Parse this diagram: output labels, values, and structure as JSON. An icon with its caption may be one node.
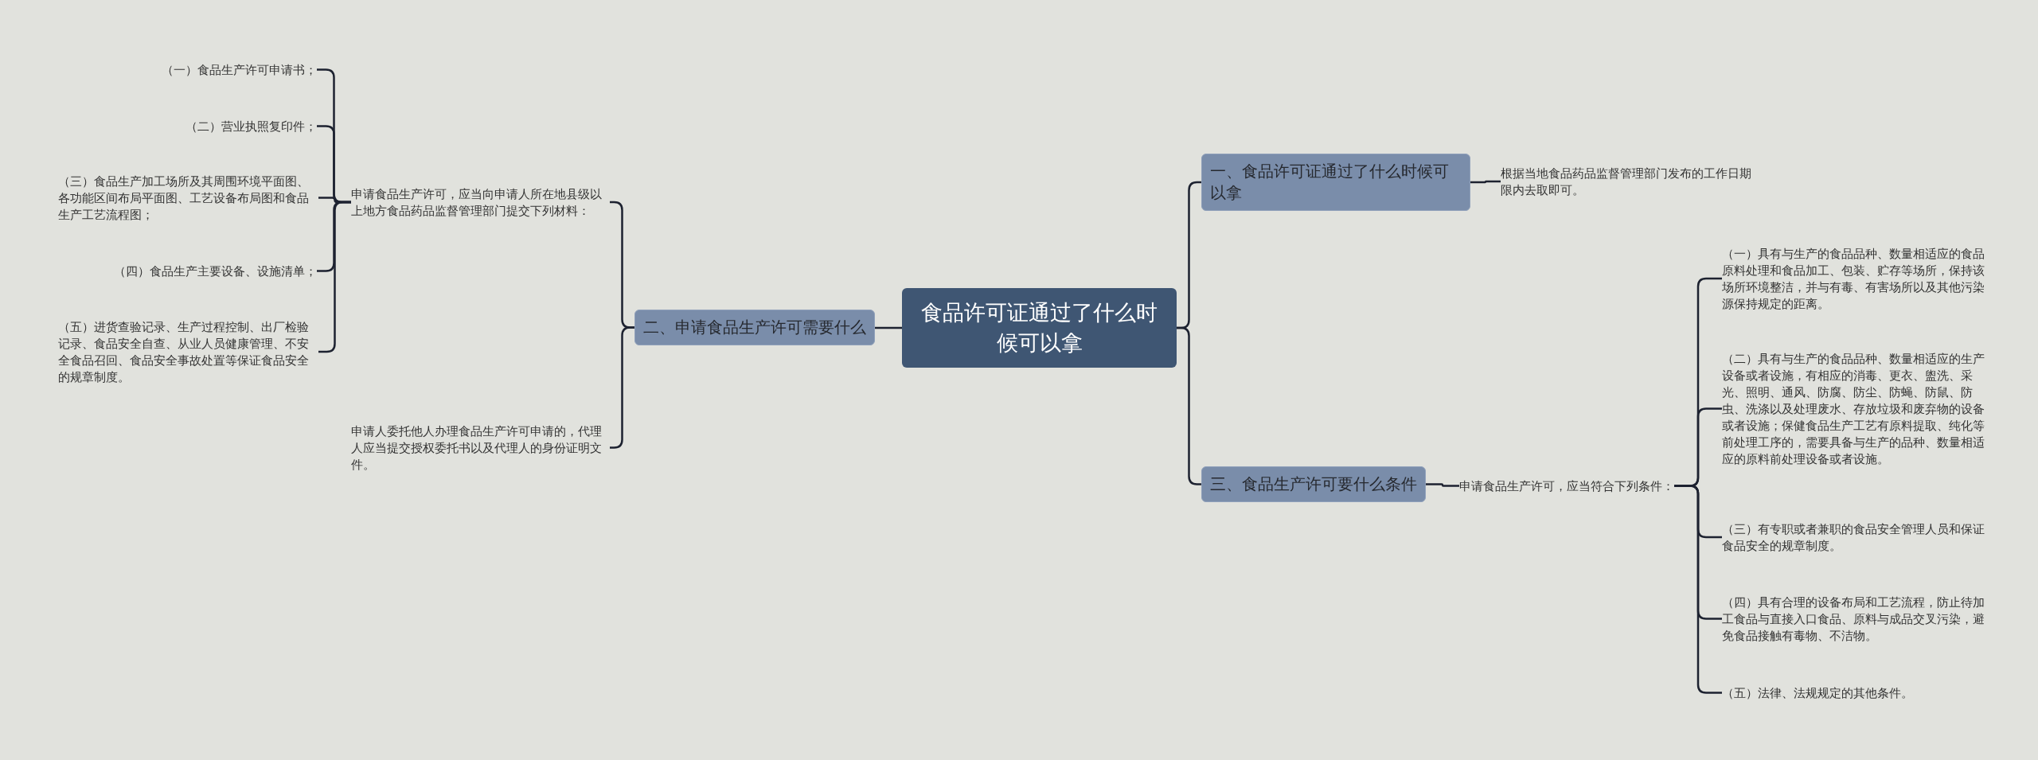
{
  "diagram": {
    "nodes": [
      {
        "text": [
          "食品许可证通过了什么时候可以拿"
        ]
      },
      {
        "text": [
          "一、食品许可证通过了什么时候可以拿"
        ]
      },
      {
        "text": [
          "根据当地食品药品监督管理部门发布的工作日期限内去取即可。"
        ]
      },
      {
        "text": [
          "二、申请食品生产许可需要什么"
        ]
      },
      {
        "text": [
          "申请食品生产许可，应当向申请人所在地县级以上地方食品药品监督管理部门提交下列材料："
        ]
      },
      {
        "text": [
          "（一）食品生产许可申请书；"
        ]
      },
      {
        "text": [
          "（二）营业执照复印件；"
        ]
      },
      {
        "text": [
          "（三）食品生产加工场所及其周围环境平面图、各功能区间布局平面图、工艺设备布局图和食品生产工艺流程图；"
        ]
      },
      {
        "text": [
          "（四）食品生产主要设备、设施清单；"
        ]
      },
      {
        "text": [
          "（五）进货查验记录、生产过程控制、出厂检验记录、食品安全自查、从业人员健康管理、不安全食品召回、食品安全事故处置等保证食品安全的规章制度。"
        ]
      },
      {
        "text": [
          "申请人委托他人办理食品生产许可申请的，代理人应当提交授权委托书以及代理人的身份证明文件。"
        ]
      },
      {
        "text": [
          "三、食品生产许可要什么条件"
        ]
      },
      {
        "text": [
          "申请食品生产许可，应当符合下列条件："
        ]
      },
      {
        "text": [
          "（一）具有与生产的食品品种、数量相适应的食品原料处理和食品加工、包装、贮存等场所，保持该场所环境整洁，并与有毒、有害场所以及其他污染源保持规定的距离。"
        ]
      },
      {
        "text": [
          "（二）具有与生产的食品品种、数量相适应的生产设备或者设施，有相应的消毒、更衣、盥洗、采光、照明、通风、防腐、防尘、防蝇、防鼠、防虫、洗涤以及处理废水、存放垃圾和废弃物的设备或者设施；保健食品生产工艺有原料提取、纯化等前处理工序的，需要具备与生产的品种、数量相适应的原料前处理设备或者设施。"
        ]
      },
      {
        "text": [
          "（三）有专职或者兼职的食品安全管理人员和保证食品安全的规章制度。"
        ]
      },
      {
        "text": [
          "（四）具有合理的设备布局和工艺流程，防止待加工食品与直接入口食品、原料与成品交叉污染，避免食品接触有毒物、不洁物。"
        ]
      },
      {
        "text": [
          "（五）法律、法规规定的其他条件。"
        ]
      }
    ],
    "edges": [
      {
        "from": 0,
        "to": 1,
        "arrow": "none"
      },
      {
        "from": 0,
        "to": 3,
        "arrow": "none"
      },
      {
        "from": 0,
        "to": 11,
        "arrow": "none"
      },
      {
        "from": 1,
        "to": 2,
        "arrow": "none"
      },
      {
        "from": 3,
        "to": 4,
        "arrow": "none"
      },
      {
        "from": 3,
        "to": 10,
        "arrow": "none"
      },
      {
        "from": 4,
        "to": 5,
        "arrow": "none"
      },
      {
        "from": 4,
        "to": 6,
        "arrow": "none"
      },
      {
        "from": 4,
        "to": 7,
        "arrow": "none"
      },
      {
        "from": 4,
        "to": 8,
        "arrow": "none"
      },
      {
        "from": 4,
        "to": 9,
        "arrow": "none"
      },
      {
        "from": 11,
        "to": 12,
        "arrow": "none"
      },
      {
        "from": 12,
        "to": 13,
        "arrow": "none"
      },
      {
        "from": 12,
        "to": 14,
        "arrow": "none"
      },
      {
        "from": 12,
        "to": 15,
        "arrow": "none"
      },
      {
        "from": 12,
        "to": 16,
        "arrow": "none"
      },
      {
        "from": 12,
        "to": 17,
        "arrow": "none"
      }
    ]
  }
}
